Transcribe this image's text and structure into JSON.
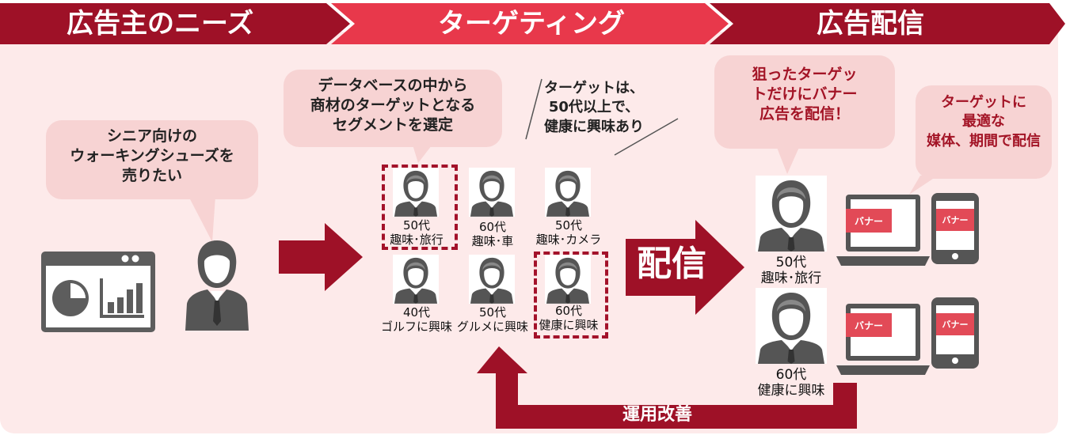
{
  "header": {
    "sections": [
      {
        "label": "広告主のニーズ"
      },
      {
        "label": "ターゲティング"
      },
      {
        "label": "広告配信"
      }
    ]
  },
  "needs_bubble": "シニア向けの\nウォーキングシューズを\n売りたい",
  "database_bubble": "データベースの中から\n商材のターゲットとなる\nセグメントを選定",
  "target_note": "ターゲットは、\n50代以上で、\n健康に興味あり",
  "segments": [
    {
      "label": "50代\n趣味･旅行"
    },
    {
      "label": "60代\n趣味･車"
    },
    {
      "label": "50代\n趣味･カメラ"
    },
    {
      "label": "40代\nゴルフに興味"
    },
    {
      "label": "50代\nグルメに興味"
    },
    {
      "label": "60代\n健康に興味"
    }
  ],
  "delivery_arrow_label": "配信",
  "delivery_bubble": "狙ったターゲッ\nトだけにバナー\n広告を配信！",
  "media_bubble": "ターゲットに\n最適な\n媒体、期間で配信",
  "delivered_targets": [
    {
      "label": "50代\n趣味･旅行"
    },
    {
      "label": "60代\n健康に興味"
    }
  ],
  "banner_label": "バナー",
  "improvement_label": "運用改善",
  "colors": {
    "dark_red": "#9e1127",
    "light_red": "#e8384b",
    "background": "#fdeaea",
    "bubble": "#f7d3d3",
    "icon_gray": "#555555"
  }
}
